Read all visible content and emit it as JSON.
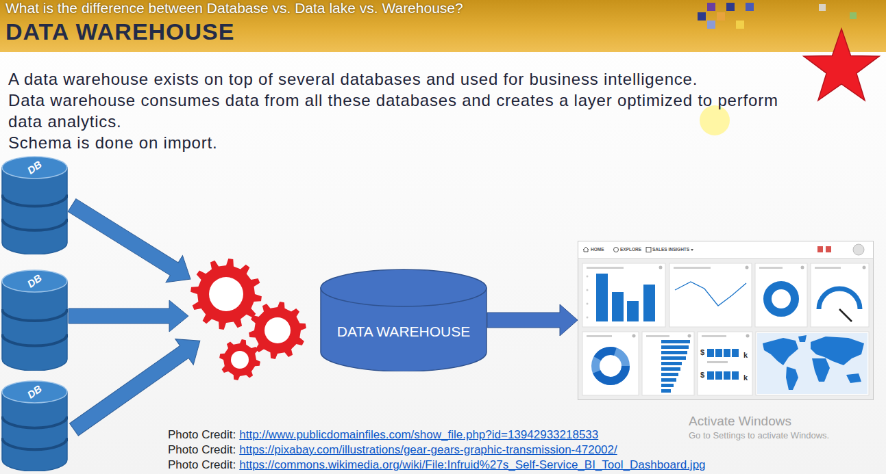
{
  "diagram": {
    "title": "DATA WAREHOUSE",
    "nodes": [
      {
        "text": [
          "DB"
        ]
      },
      {
        "text": [
          "DB"
        ]
      },
      {
        "text": [
          "DB"
        ]
      },
      {
        "text": [
          "DATA WAREHOUSE"
        ]
      },
      {
        "text": [
          "HOME",
          "EXPLORE",
          "SALES INSIGHTS",
          "$",
          "k",
          "$",
          "k"
        ]
      }
    ],
    "edges": [
      {
        "from": 3,
        "to": 4,
        "arrow": "to"
      }
    ],
    "labels": [
      "What is the difference between Database vs. Data lake vs. Warehouse?",
      "A data warehouse exists on top of several databases and used for business intelligence.",
      "Data warehouse consumes data from all these databases and creates a layer optimized to perform data analytics.",
      "Schema is done on import.",
      "Photo Credit:",
      "http://www.publicdomainfiles.com/show_file.php?id=13942933218533",
      "Photo Credit:",
      "https://pixabay.com/illustrations/gear-gears-graphic-transmission-472002/",
      "Photo Credit:",
      "https://commons.wikimedia.org/wiki/File:Infruid%27s_Self-Service_BI_Tool_Dashboard.jpg",
      "Activate Windows",
      "Go to Settings to activate Windows."
    ]
  }
}
